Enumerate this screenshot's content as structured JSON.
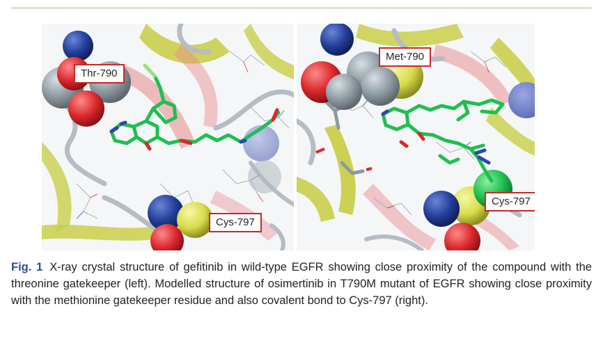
{
  "figure": {
    "label": "Fig. 1",
    "caption": "X-ray crystal structure of gefitinib in wild-type EGFR showing close proximity of the compound with the threonine gatekeeper (left). Modelled structure of osimertinib in T790M mutant of EGFR showing close proximity with the methionine gatekeeper residue and also covalent bond to Cys-797 (right)."
  },
  "left_panel": {
    "labels": {
      "residue_a": "Thr-790",
      "residue_b": "Cys-797"
    }
  },
  "right_panel": {
    "labels": {
      "residue_a": "Met-790",
      "residue_b": "Cys-797"
    }
  },
  "colors": {
    "ribbon_yellow": "#c9cf4a",
    "ribbon_red": "#e8888c",
    "ligand_green": "#1fbf4f",
    "sphere_grey": "#8e9aa2",
    "sphere_red": "#d9282c",
    "sphere_blue": "#233f9a",
    "sphere_yellow": "#d8dc4a",
    "label_border": "#c8282a",
    "fig_label": "#2a4f8f"
  }
}
